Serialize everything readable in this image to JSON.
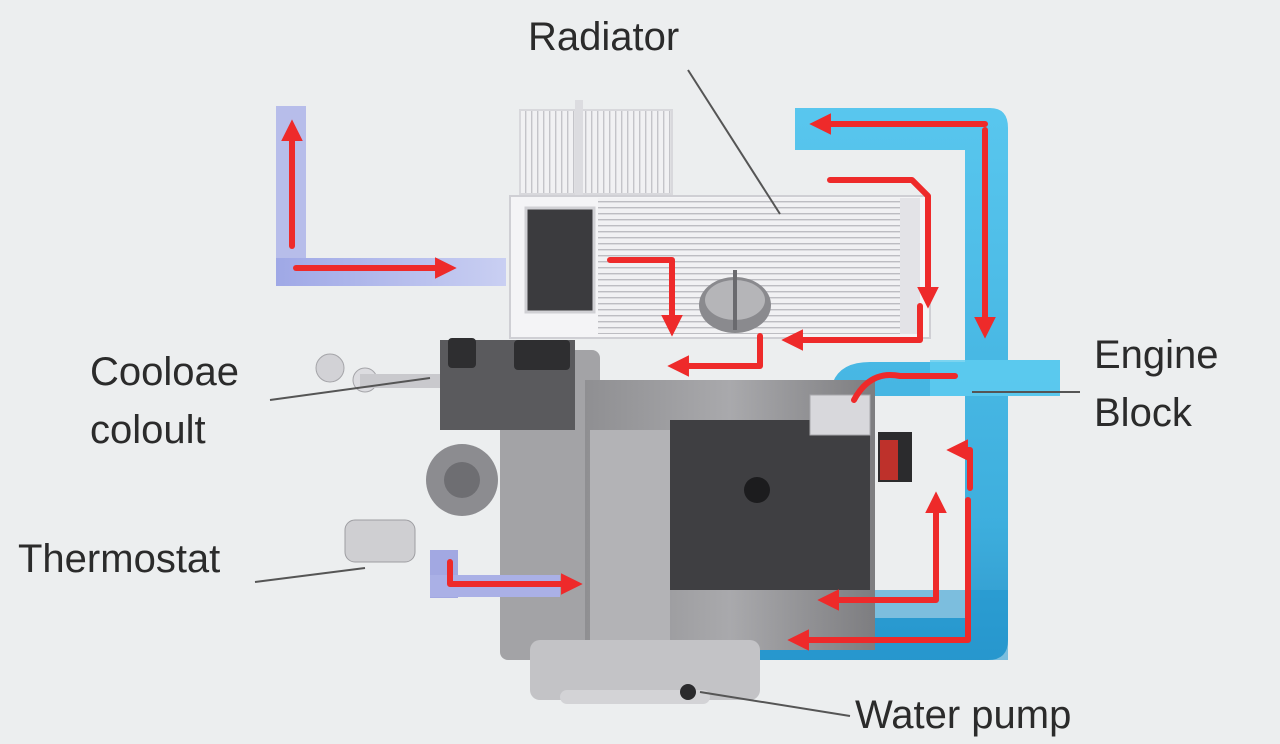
{
  "labels": {
    "radiator": "Radiator",
    "coolant_line1": "Cooloae",
    "coolant_line2": "coloult",
    "engine_line1": "Engine",
    "engine_line2": "Block",
    "thermostat": "Thermostat",
    "water_pump": "Water pump"
  },
  "colors": {
    "background": "#eceeef",
    "hot_flow_arrow": "#ee2a2a",
    "cold_pipe": "#3fb6e6",
    "return_pipe_light": "#aab4e8",
    "engine_dark": "#4a4a4c",
    "engine_gray": "#9a9a9c",
    "radiator_fins": "#c8c8cc"
  }
}
